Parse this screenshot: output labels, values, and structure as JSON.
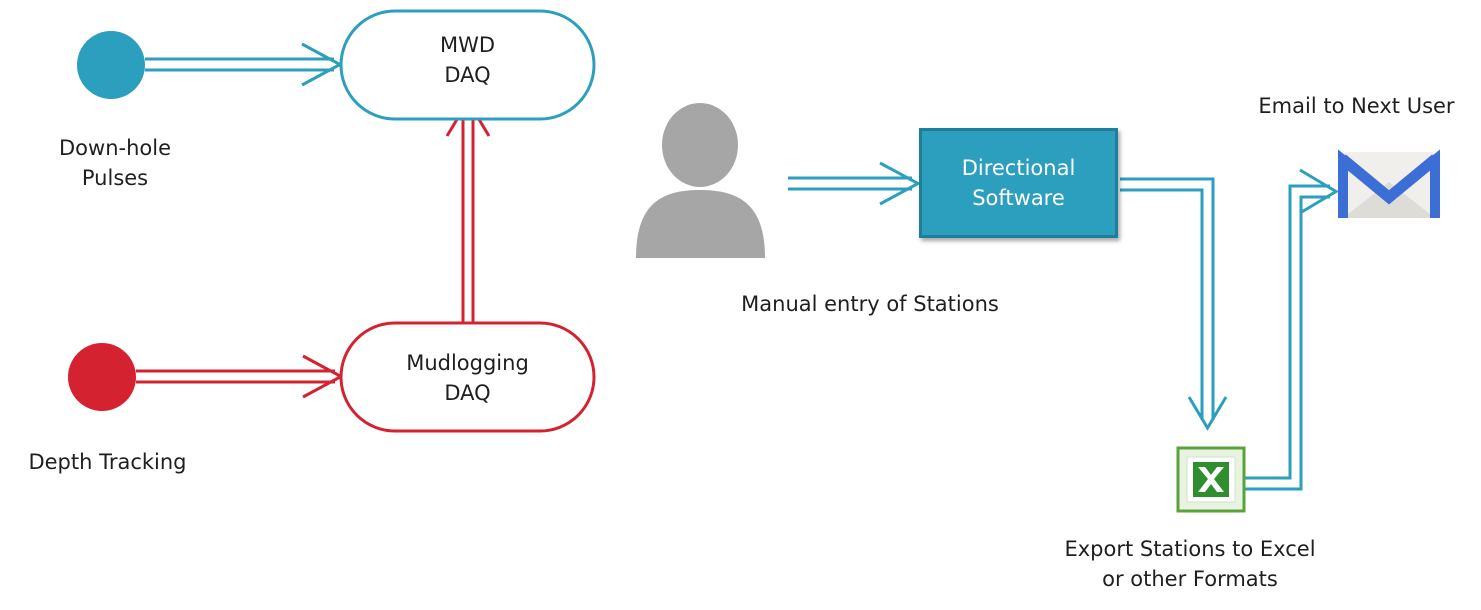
{
  "nodes": {
    "mwd_daq": {
      "line1": "MWD",
      "line2": "DAQ"
    },
    "mudlogging_daq": {
      "line1": "Mudlogging",
      "line2": "DAQ"
    },
    "downhole": {
      "line1": "Down-hole",
      "line2": "Pulses"
    },
    "depth_tracking": {
      "label": "Depth Tracking"
    },
    "manual_entry": {
      "label": "Manual entry of Stations"
    },
    "directional": {
      "line1": "Directional",
      "line2": "Software"
    },
    "email": {
      "label": "Email to Next User"
    },
    "export": {
      "line1": "Export Stations to Excel",
      "line2": "or other Formats"
    }
  },
  "colors": {
    "blue": "#2b9fbd",
    "red": "#d42230",
    "person": "#a6a6a6"
  },
  "icons": [
    "person-icon",
    "excel-icon",
    "gmail-icon"
  ]
}
